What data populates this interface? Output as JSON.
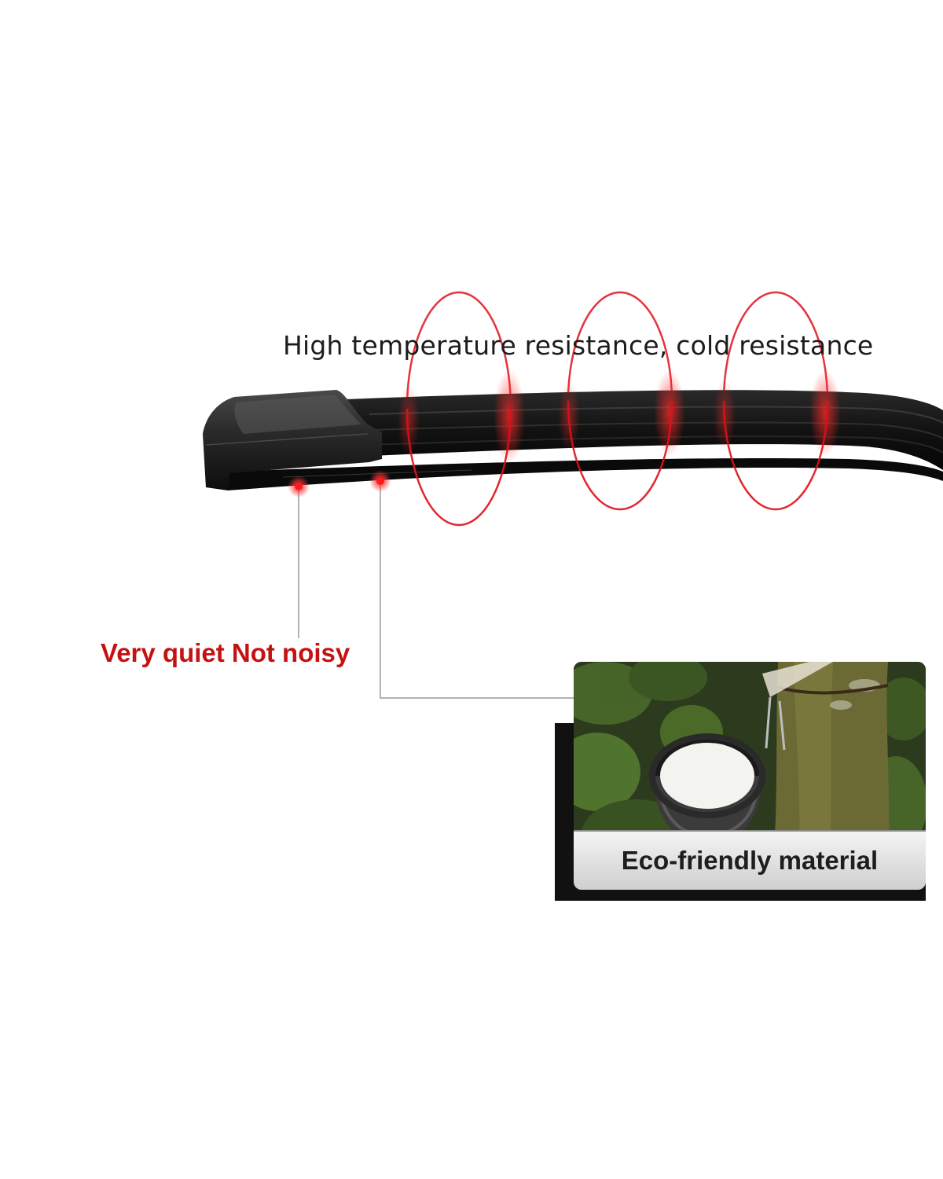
{
  "labels": {
    "heat": "High temperature resistance, cold resistance",
    "quiet": "Very quiet Not noisy",
    "eco": "Eco-friendly material"
  },
  "colors": {
    "accent_red": "#c41212",
    "ring_red": "#e0101a",
    "blade_black": "#141414"
  },
  "icons": {
    "rings": "temperature-ring-icon",
    "markers": "callout-dot-icon"
  }
}
